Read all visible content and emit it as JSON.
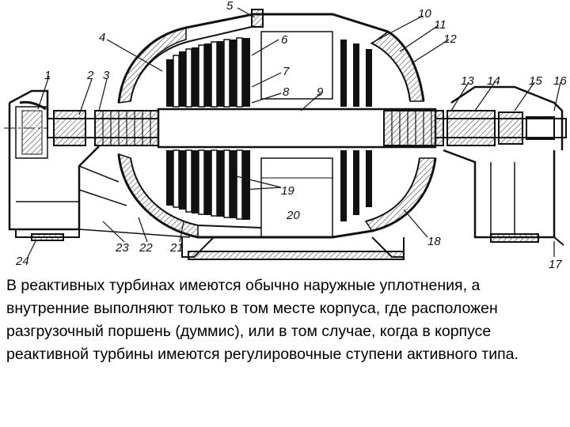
{
  "diagram": {
    "labels": [
      "1",
      "2",
      "3",
      "4",
      "5",
      "6",
      "7",
      "8",
      "9",
      "10",
      "11",
      "12",
      "13",
      "14",
      "15",
      "16",
      "17",
      "18",
      "19",
      "20",
      "21",
      "22",
      "23",
      "24"
    ]
  },
  "caption": "В реактивных турбинах имеются обычно наружные уплотнения, а внутренние выполняют только в том месте корпуса, где расположен разгрузочный поршень (думмис), или в том случае, когда в корпусе реактивной турбины имеются регулировочные ступени активного типа.",
  "colors": {
    "ink": "#111111",
    "hatch": "#555555",
    "background": "#ffffff"
  }
}
